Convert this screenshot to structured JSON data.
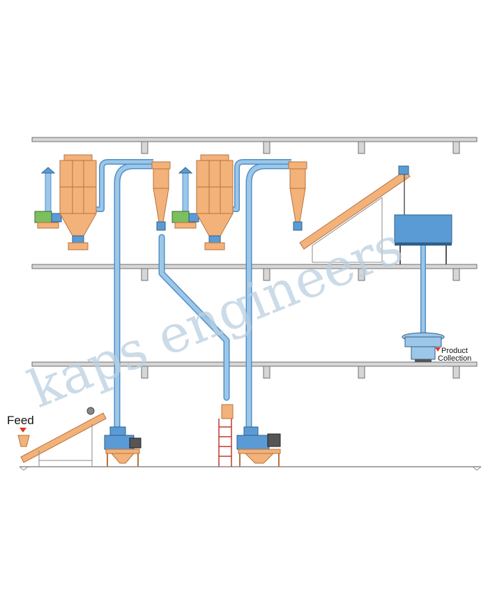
{
  "labels": {
    "feed": "Feed",
    "product_line1": "Product",
    "product_line2": "Collection"
  },
  "watermark": "kaps engineers",
  "colors": {
    "pipe": "#9cc7e8",
    "pipe_edge": "#4f8fc7",
    "machine_blue": "#5b9bd5",
    "orange": "#f2b27a",
    "orange_edge": "#b8713a",
    "floor": "#d6d6d6",
    "floor_edge": "#6f6f6f",
    "arrow": "#e8331c",
    "watermark": "#b9cfe0"
  }
}
